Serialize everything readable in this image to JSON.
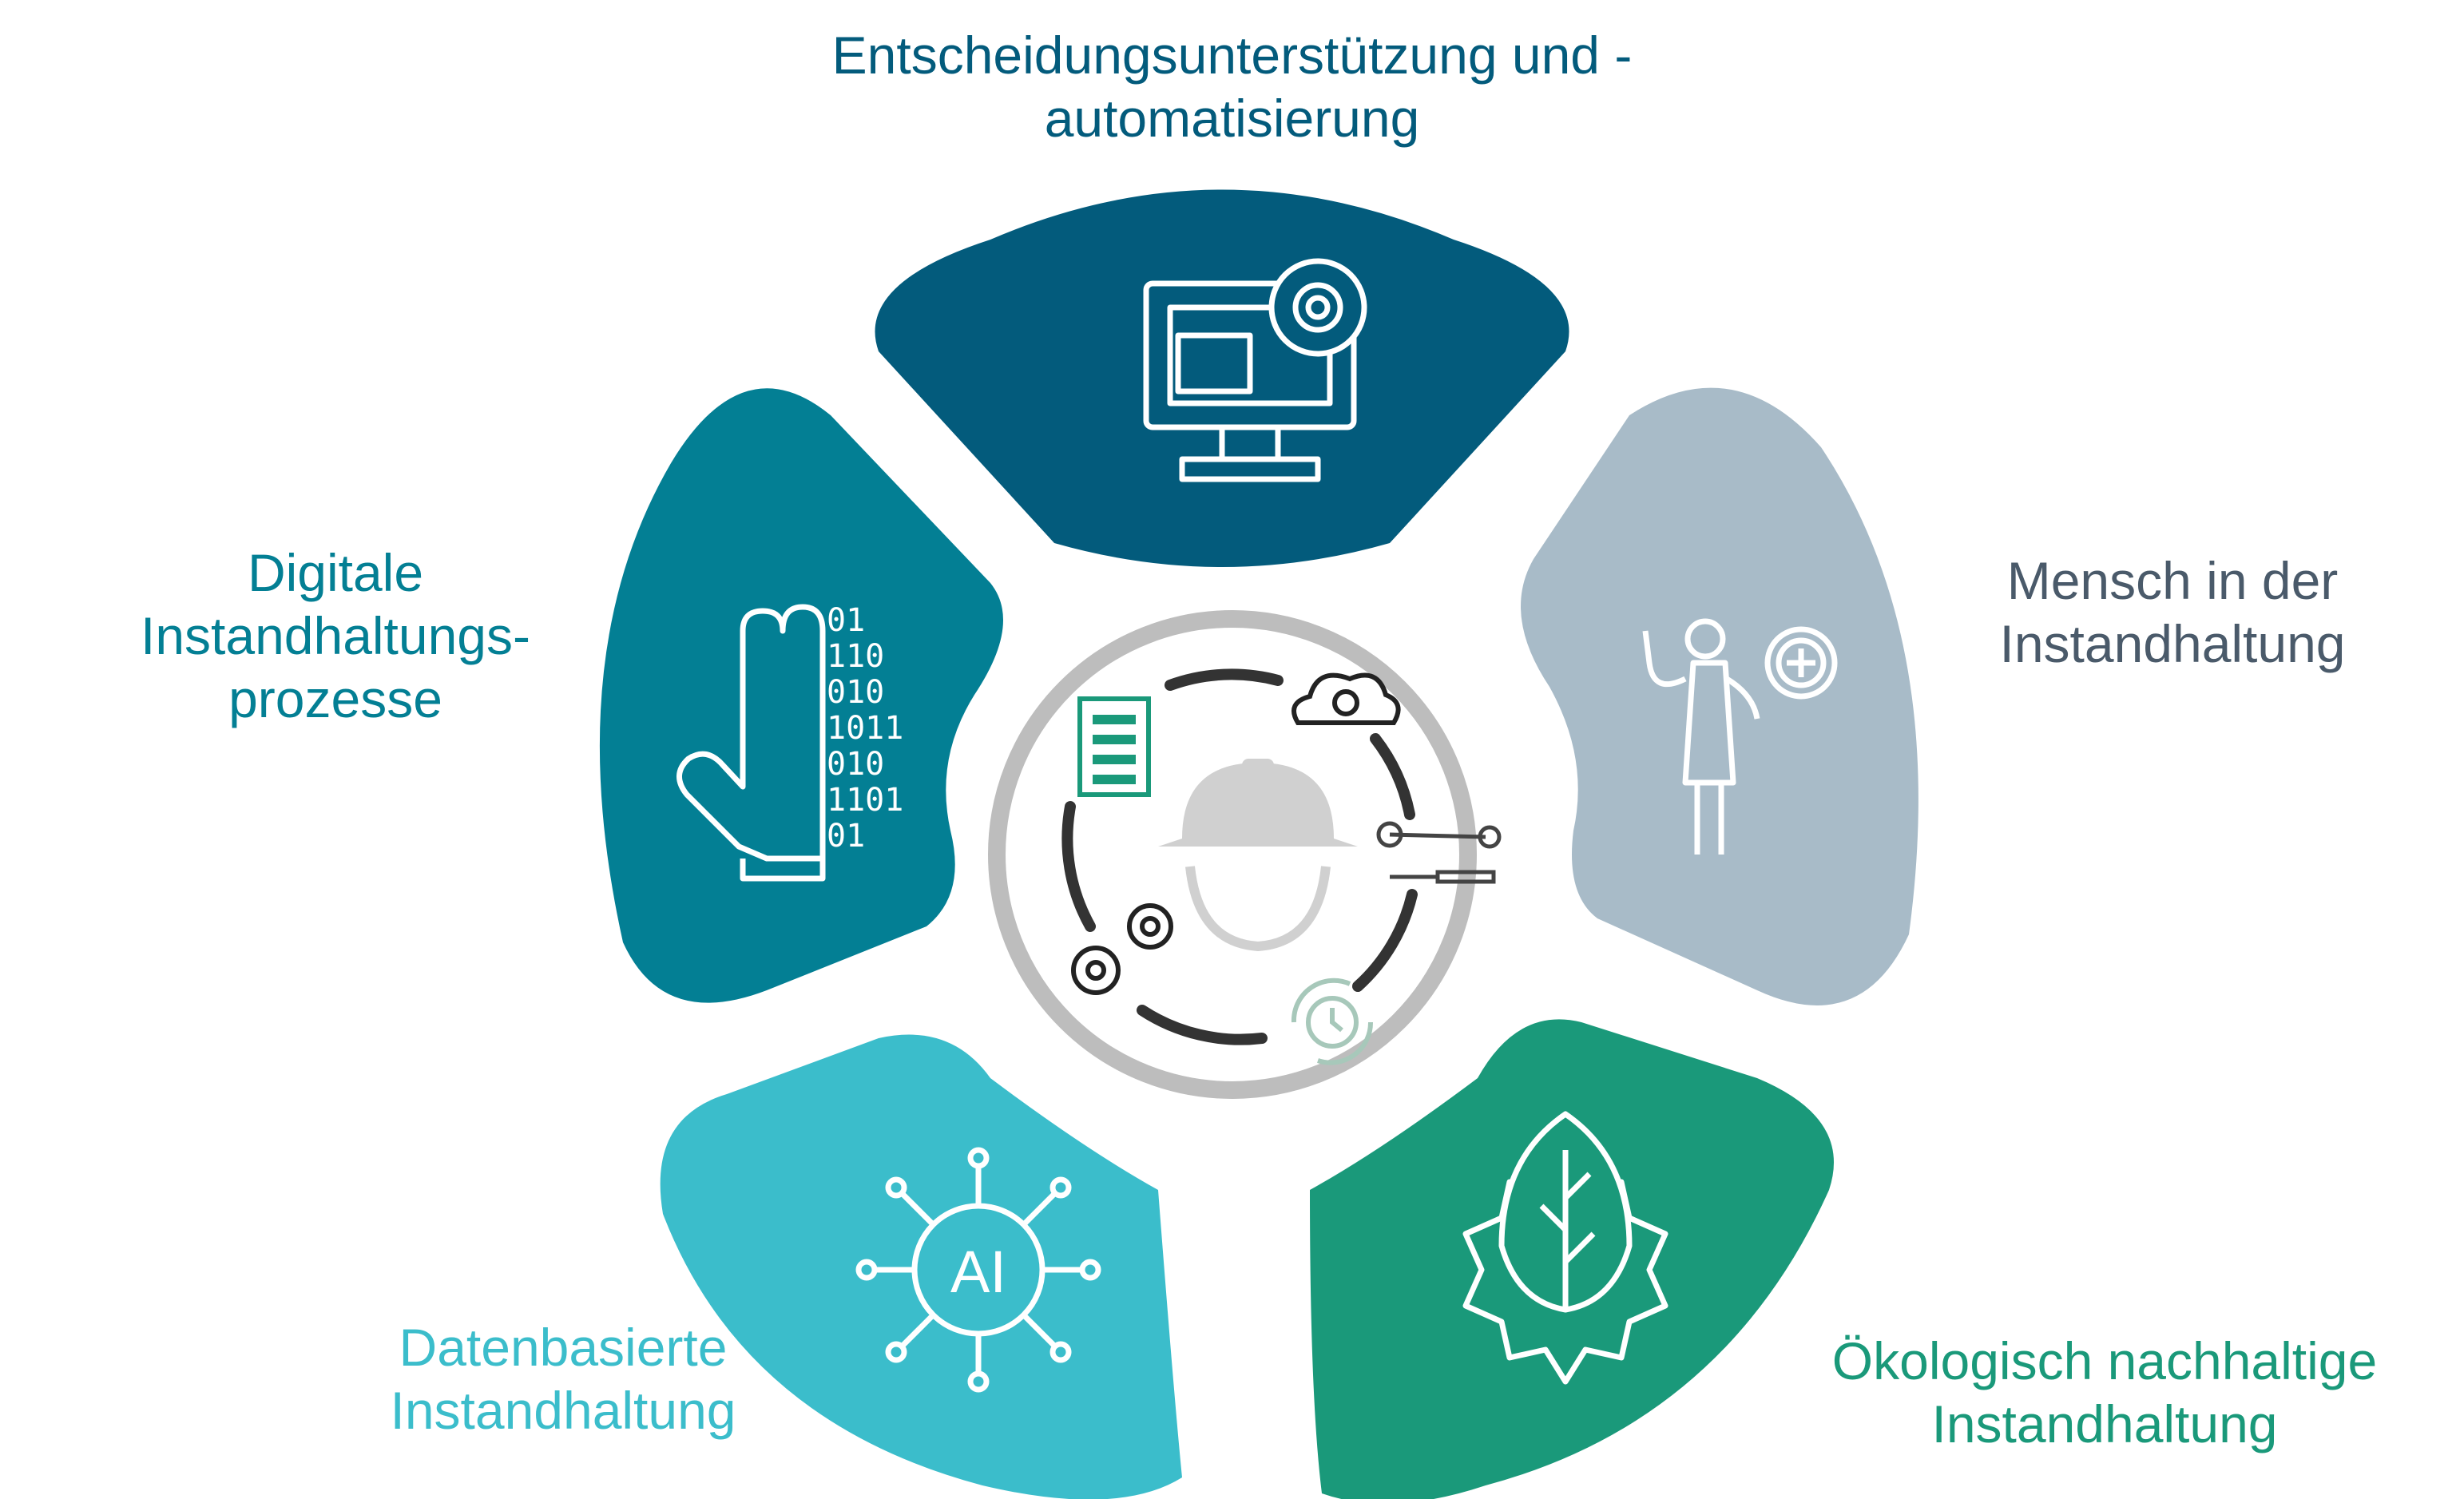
{
  "segments": {
    "top": {
      "lines": [
        "Entscheidungsunterstützung und -",
        "automatisierung"
      ],
      "color": "#035b7c",
      "icon": "monitor-gear-icon"
    },
    "left": {
      "lines": [
        "Digitale",
        "Instandhaltungs-",
        "prozesse"
      ],
      "color": "#037f94",
      "icon": "hand-binary-icon"
    },
    "right": {
      "lines": [
        "Mensch in der",
        "Instandhaltung"
      ],
      "color": "#a8bbc8",
      "text_color": "#4a5a6a",
      "icon": "worker-plus-icon"
    },
    "bottom_left": {
      "lines": [
        "Datenbasierte",
        "Instandhaltung"
      ],
      "color": "#3bbdcb",
      "icon": "ai-network-icon"
    },
    "bottom_right": {
      "lines": [
        "Ökologisch nachhaltige",
        "Instandhaltung"
      ],
      "color": "#1a997a",
      "icon": "leaf-gear-icon"
    }
  },
  "center": {
    "ring_color": "#bdbdbd",
    "icons": [
      "helmet-icon",
      "checklist-icon",
      "cloud-sync-icon",
      "tools-icon",
      "clock-cycle-icon",
      "gears-icon"
    ]
  }
}
